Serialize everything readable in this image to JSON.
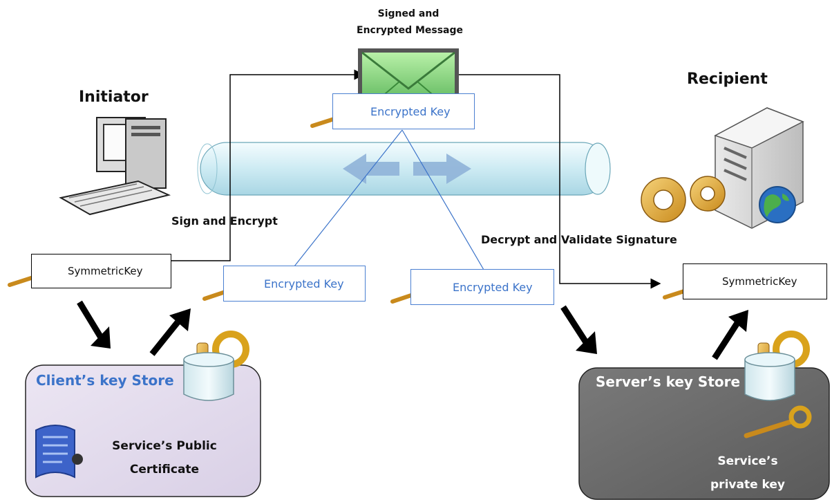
{
  "message": {
    "label_line1": "Signed and",
    "label_line2": "Encrypted Message"
  },
  "initiator": {
    "title": "Initiator"
  },
  "recipient": {
    "title": "Recipient"
  },
  "actions": {
    "sign_encrypt": "Sign and Encrypt",
    "decrypt_validate": "Decrypt and Validate  Signature"
  },
  "keys": {
    "envelope_key": "Encrypted Key",
    "client_symmetric": "SymmetricKey",
    "client_encrypted": "Encrypted Key",
    "server_encrypted": "Encrypted Key",
    "server_symmetric": "SymmetricKey"
  },
  "client_store": {
    "title": "Client’s key Store",
    "cert_line1": "Service’s Public",
    "cert_line2": "Certificate"
  },
  "server_store": {
    "title": "Server’s key Store",
    "key_line1": "Service’s",
    "key_line2": "private key"
  },
  "colors": {
    "client_store_bg": "#e3dcec",
    "server_store_bg": "#6f6f6f",
    "link_blue": "#3b73c9",
    "pipe": "#d8f0f6",
    "envelope_green": "#6cc06a",
    "key_gold": "#e0a030"
  }
}
